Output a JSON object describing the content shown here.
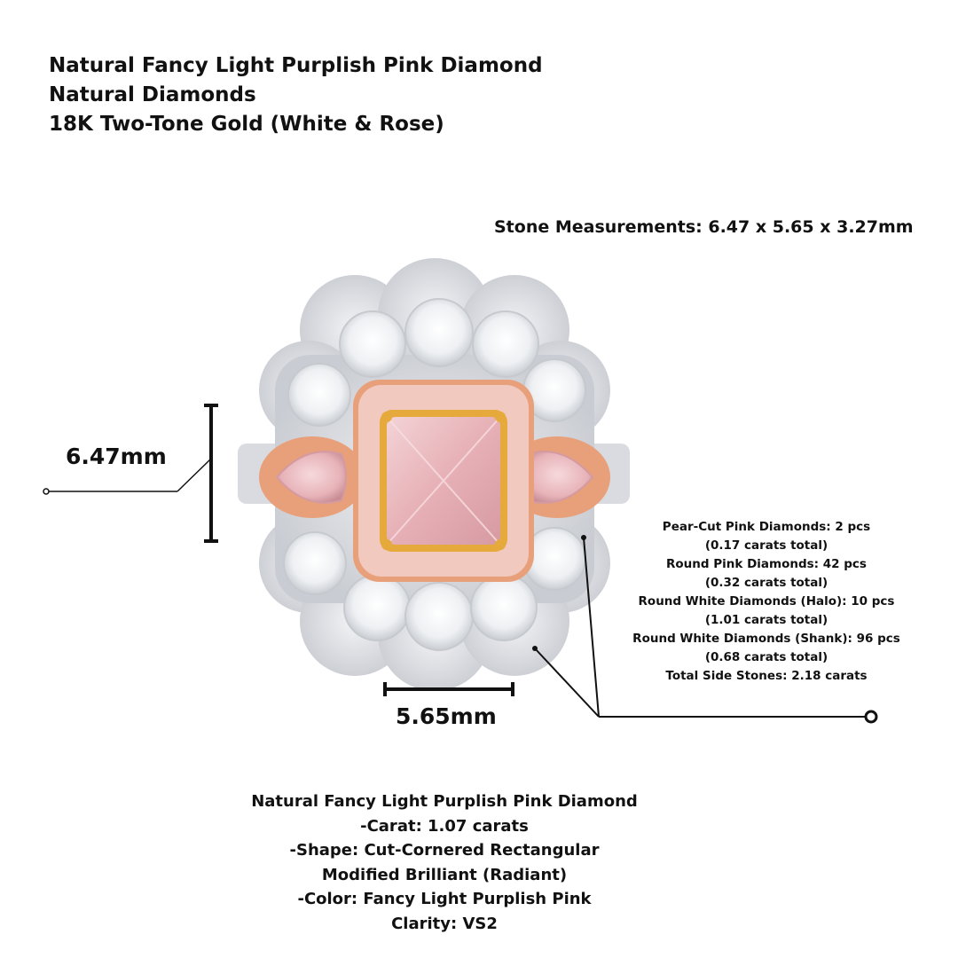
{
  "header": {
    "line1": "Natural Fancy Light Purplish Pink Diamond",
    "line2": "Natural Diamonds",
    "line3": "18K Two-Tone Gold (White & Rose)"
  },
  "stone_measurements": "Stone Measurements: 6.47 x 5.65 x 3.27mm",
  "dimensions": {
    "vertical_label": "6.47mm",
    "horizontal_label": "5.65mm"
  },
  "side_stones": [
    "Pear-Cut Pink Diamonds: 2 pcs",
    "(0.17 carats total)",
    "Round Pink Diamonds: 42 pcs",
    "(0.32 carats total)",
    "Round White Diamonds (Halo): 10 pcs",
    "(1.01 carats total)",
    "Round White Diamonds (Shank): 96 pcs",
    "(0.68 carats total)",
    "Total Side Stones: 2.18 carats"
  ],
  "center_stone": [
    "Natural Fancy Light Purplish Pink Diamond",
    "-Carat: 1.07 carats",
    "-Shape: Cut-Cornered Rectangular",
    "Modified Brilliant (Radiant)",
    "-Color: Fancy Light Purplish Pink",
    "Clarity: VS2"
  ],
  "colors": {
    "text": "#111111",
    "white_gold": "#e6e6ea",
    "rose_gold": "#e8a07a",
    "yellow_prong": "#e5a93c",
    "pink_stone": "#e9b7bd",
    "white_stone": "#f4f6f8"
  }
}
